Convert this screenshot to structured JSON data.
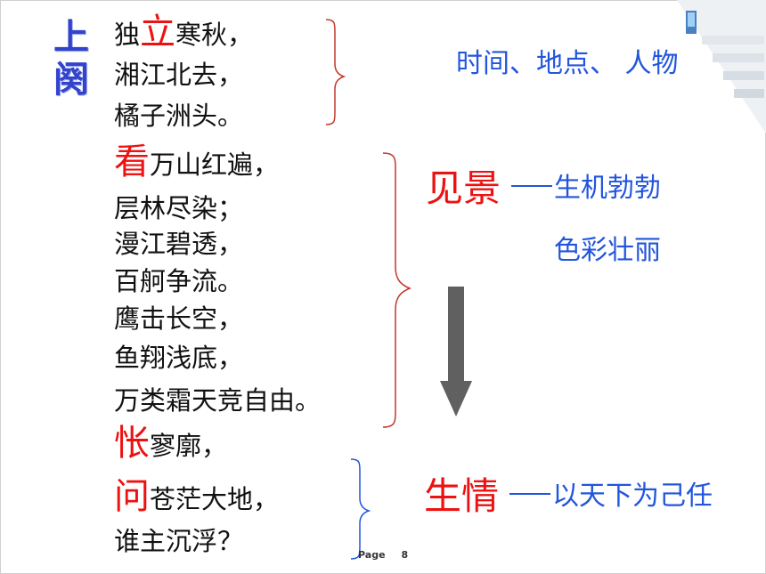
{
  "title": {
    "chars": [
      "上",
      "阕"
    ]
  },
  "stanza1": [
    {
      "pre": "独",
      "hl": "立",
      "post": "寒秋，"
    },
    {
      "pre": "湘江北去，",
      "hl": "",
      "post": ""
    },
    {
      "pre": "橘子洲头。",
      "hl": "",
      "post": ""
    }
  ],
  "stanza2": [
    {
      "pre": "",
      "hl": "看",
      "post": "万山红遍，"
    },
    {
      "pre": "层林尽染；",
      "hl": "",
      "post": ""
    },
    {
      "pre": "漫江碧透，",
      "hl": "",
      "post": ""
    },
    {
      "pre": "百舸争流。",
      "hl": "",
      "post": ""
    },
    {
      "pre": "鹰击长空，",
      "hl": "",
      "post": ""
    },
    {
      "pre": "鱼翔浅底，",
      "hl": "",
      "post": ""
    },
    {
      "pre": "万类霜天竞自由。",
      "hl": "",
      "post": ""
    }
  ],
  "stanza3": [
    {
      "pre": "",
      "hl": "怅",
      "post": "寥廓，"
    },
    {
      "pre": "",
      "hl": "问",
      "post": "苍茫大地，"
    },
    {
      "pre": "谁主沉浮？",
      "hl": "",
      "post": ""
    }
  ],
  "notes": {
    "time_place_people": "时间、地点、 人物",
    "scene_key": "见景",
    "scene_1": "生机勃勃",
    "scene_2": "色彩壮丽",
    "emotion_key": "生情",
    "emotion_1": "以天下为己任"
  },
  "footer": {
    "label": "Page",
    "number": "8"
  },
  "colors": {
    "title": "#3344cc",
    "highlight": "#ee1111",
    "note": "#2255dd",
    "bracket": "#c0392b",
    "arrow": "#606060"
  },
  "icons": {
    "corner": "monitor-stairs-icon"
  }
}
